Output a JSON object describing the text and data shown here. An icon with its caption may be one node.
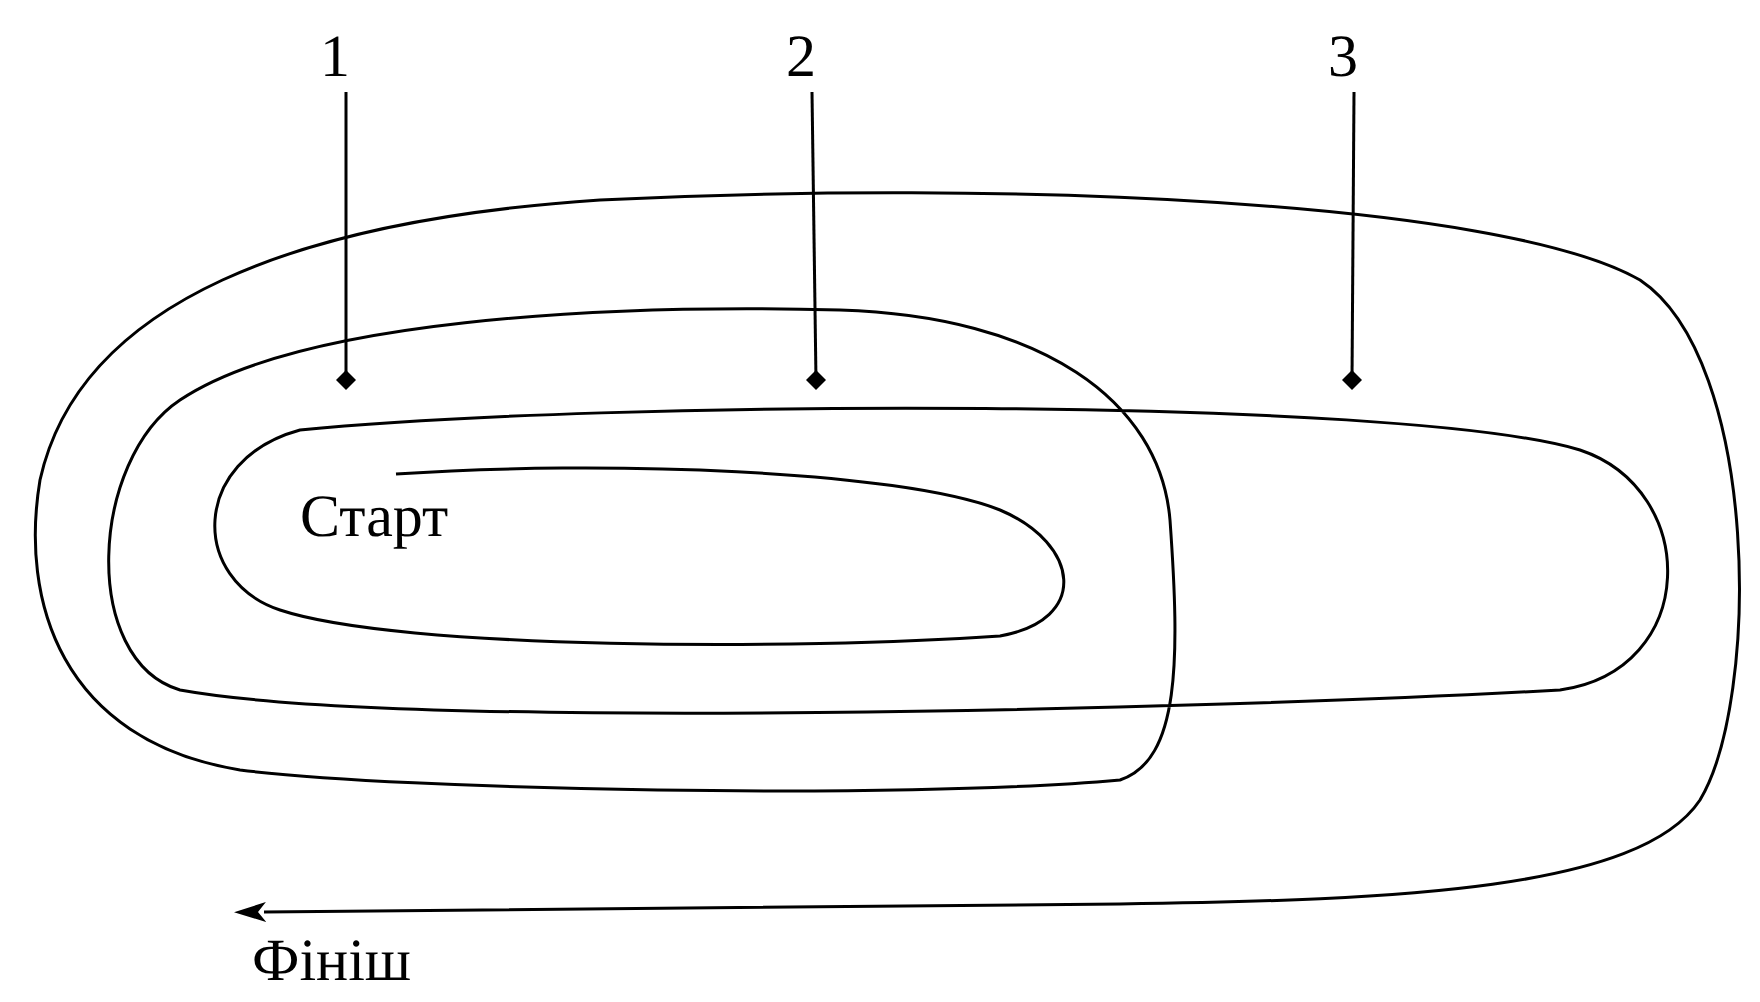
{
  "diagram": {
    "nodes": [
      {
        "text": [
          "1"
        ]
      },
      {
        "text": [
          "2"
        ]
      },
      {
        "text": [
          "3"
        ]
      },
      {
        "text": [
          "Старт"
        ]
      },
      {
        "text": [
          "Фініш"
        ]
      }
    ],
    "edges": [
      {
        "from": 0,
        "to": null,
        "arrow": "other"
      },
      {
        "from": 1,
        "to": null,
        "arrow": "other"
      },
      {
        "from": 2,
        "to": null,
        "arrow": "other"
      },
      {
        "from": 3,
        "to": 4,
        "arrow": "to"
      }
    ]
  }
}
